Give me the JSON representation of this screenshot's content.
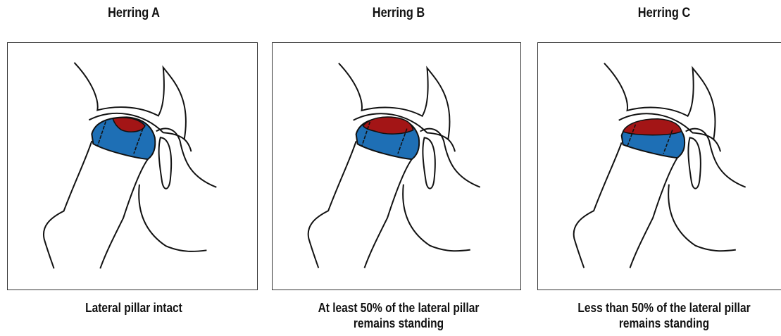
{
  "panels": [
    {
      "title": "Herring A",
      "caption_lines": [
        "Lateral pillar intact"
      ],
      "collapse_fraction": 0.15
    },
    {
      "title": "Herring B",
      "caption_lines": [
        "At least 50% of the lateral pillar",
        "remains standing"
      ],
      "collapse_fraction": 0.4
    },
    {
      "title": "Herring C",
      "caption_lines": [
        "Less than 50% of the lateral pillar",
        "remains standing"
      ],
      "collapse_fraction": 0.7
    }
  ],
  "colors": {
    "femoral_head": "#1e6fb5",
    "necrotic_region": "#a31516",
    "outline": "#111111"
  }
}
